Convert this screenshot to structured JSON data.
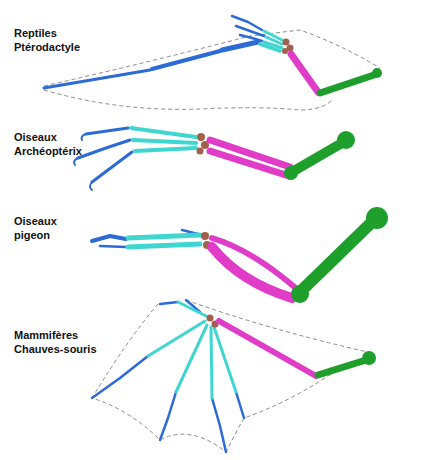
{
  "diagram": {
    "labels": [
      "Reptiles Ptérodactyle",
      "Oiseaux Archéoptérix",
      "Oiseaux pigeon",
      "Mammifères Chauves-souris"
    ]
  }
}
